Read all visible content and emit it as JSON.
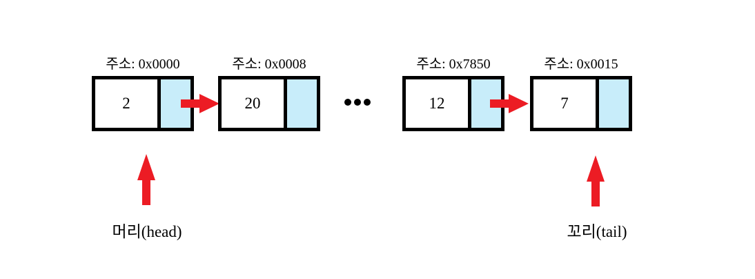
{
  "diagram": {
    "description": "singly linked list diagram",
    "nodes": [
      {
        "address_label": "주소: 0x0000",
        "value": "2"
      },
      {
        "address_label": "주소: 0x0008",
        "value": "20"
      },
      {
        "address_label": "주소: 0x7850",
        "value": "12"
      },
      {
        "address_label": "주소: 0x0015",
        "value": "7"
      }
    ],
    "head_label": "머리(head)",
    "tail_label": "꼬리(tail)",
    "ellipsis": "•••",
    "colors": {
      "pointer_cell": "#c8edfa",
      "arrow": "#ec1c24",
      "border": "#000000",
      "background": "#ffffff"
    }
  }
}
